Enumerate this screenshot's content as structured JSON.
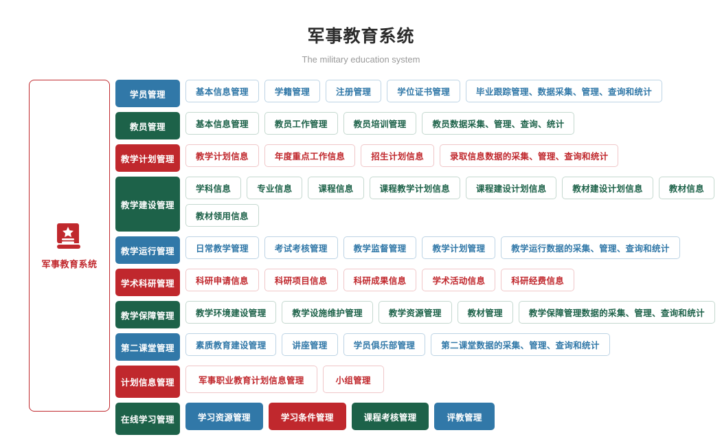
{
  "header": {
    "title": "军事教育系统",
    "subtitle": "The military education system"
  },
  "sidebar": {
    "icon": "book-star-icon",
    "label": "军事教育系统",
    "accent": "#c0282d"
  },
  "theme_colors": {
    "blue": "#3178a8",
    "green": "#1d6249",
    "red": "#c0282d",
    "blue_border": "#bcd3e4",
    "green_border": "#c4d8cf",
    "red_border": "#f0c6c8",
    "title": "#2b2b2b",
    "subtitle": "#9a9a9a",
    "background": "#ffffff"
  },
  "rows": [
    {
      "label": "学员管理",
      "theme": "blue",
      "items": [
        {
          "label": "基本信息管理"
        },
        {
          "label": "学籍管理"
        },
        {
          "label": "注册管理"
        },
        {
          "label": "学位证书管理"
        },
        {
          "label": "毕业跟踪管理、数据采集、管理、查询和统计"
        }
      ]
    },
    {
      "label": "教员管理",
      "theme": "green",
      "items": [
        {
          "label": "基本信息管理"
        },
        {
          "label": "教员工作管理"
        },
        {
          "label": "教员培训管理"
        },
        {
          "label": "教员数据采集、管理、查询、统计"
        }
      ]
    },
    {
      "label": "教学计划管理",
      "theme": "red",
      "items": [
        {
          "label": "教学计划信息"
        },
        {
          "label": "年度重点工作信息"
        },
        {
          "label": "招生计划信息"
        },
        {
          "label": "录取信息数据的采集、管理、查询和统计"
        }
      ]
    },
    {
      "label": "教学建设管理",
      "theme": "green",
      "two_line": true,
      "items": [
        {
          "label": "学科信息"
        },
        {
          "label": "专业信息"
        },
        {
          "label": "课程信息"
        },
        {
          "label": "课程教学计划信息"
        },
        {
          "label": "课程建设计划信息"
        },
        {
          "label": "教材建设计划信息"
        },
        {
          "label": "教材信息"
        },
        {
          "label": "教材领用信息"
        }
      ]
    },
    {
      "label": "教学运行管理",
      "theme": "blue",
      "items": [
        {
          "label": "日常教学管理"
        },
        {
          "label": "考试考核管理"
        },
        {
          "label": "教学监督管理"
        },
        {
          "label": "教学计划管理"
        },
        {
          "label": "教学运行数据的采集、管理、查询和统计"
        }
      ]
    },
    {
      "label": "学术科研管理",
      "theme": "red",
      "items": [
        {
          "label": "科研申请信息"
        },
        {
          "label": "科研项目信息"
        },
        {
          "label": "科研成果信息"
        },
        {
          "label": "学术活动信息"
        },
        {
          "label": "科研经费信息"
        }
      ]
    },
    {
      "label": "教学保障管理",
      "theme": "green",
      "items": [
        {
          "label": "教学环境建设管理"
        },
        {
          "label": "教学设施维护管理"
        },
        {
          "label": "教学资源管理"
        },
        {
          "label": "教材管理"
        },
        {
          "label": "教学保障管理数据的采集、管理、查询和统计"
        }
      ]
    },
    {
      "label": "第二课堂管理",
      "theme": "blue",
      "items": [
        {
          "label": "素质教育建设管理"
        },
        {
          "label": "讲座管理"
        },
        {
          "label": "学员俱乐部管理"
        },
        {
          "label": "第二课堂数据的采集、管理、查询和统计"
        }
      ]
    },
    {
      "label": "计划信息管理",
      "theme": "red",
      "tall": true,
      "items": [
        {
          "label": "军事职业教育计划信息管理"
        },
        {
          "label": "小组管理"
        }
      ]
    },
    {
      "label": "在线学习管理",
      "theme": "green",
      "tall": true,
      "items": [
        {
          "label": "学习资源管理",
          "fill": "blue"
        },
        {
          "label": "学习条件管理",
          "fill": "red"
        },
        {
          "label": "课程考核管理",
          "fill": "green"
        },
        {
          "label": "评教管理",
          "fill": "blue"
        }
      ]
    }
  ]
}
